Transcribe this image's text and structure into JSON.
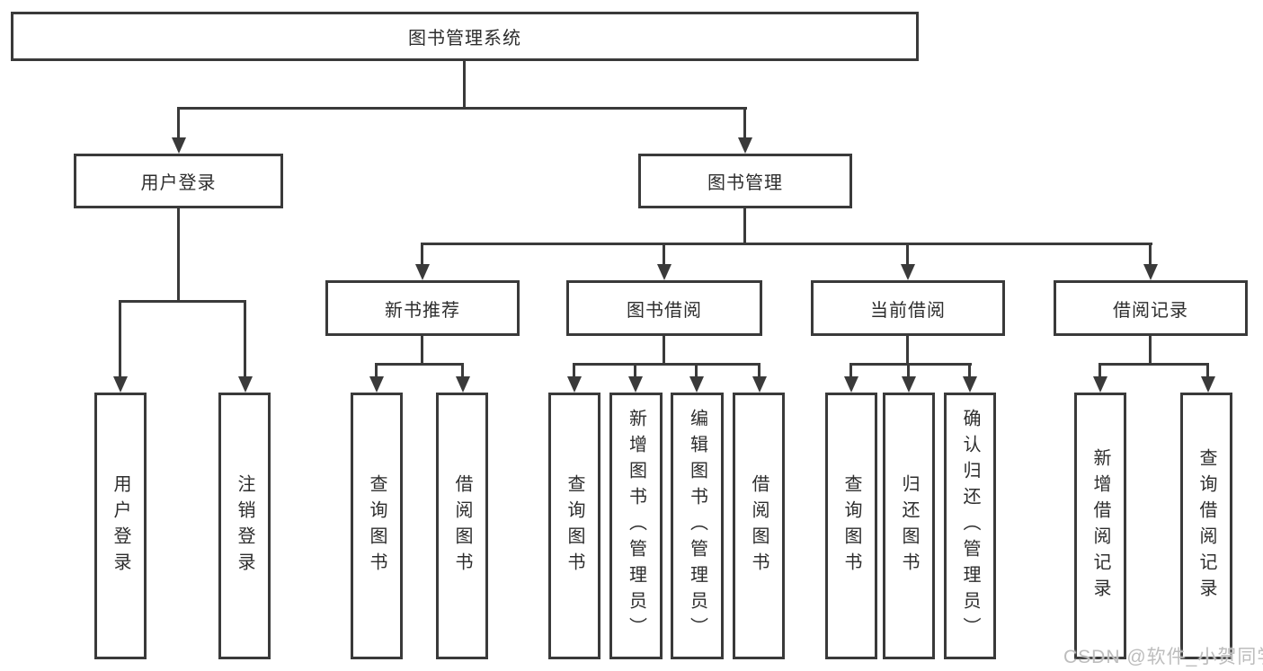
{
  "diagram": {
    "type": "tree",
    "title": "图书管理系统",
    "watermark": "CSDN @软件_小贺同学",
    "colors": {
      "line": "#3a3a3a",
      "text": "#2d2d2d",
      "background": "#ffffff",
      "watermark": "#bdbdbd"
    },
    "tree": {
      "label": "图书管理系统",
      "children": [
        {
          "label": "用户登录",
          "children": [
            {
              "label": "用户登录"
            },
            {
              "label": "注销登录"
            }
          ]
        },
        {
          "label": "图书管理",
          "children": [
            {
              "label": "新书推荐",
              "children": [
                {
                  "label": "查询图书"
                },
                {
                  "label": "借阅图书"
                }
              ]
            },
            {
              "label": "图书借阅",
              "children": [
                {
                  "label": "查询图书"
                },
                {
                  "label": "新增图书（管理员）"
                },
                {
                  "label": "编辑图书（管理员）"
                },
                {
                  "label": "借阅图书"
                }
              ]
            },
            {
              "label": "当前借阅",
              "children": [
                {
                  "label": "查询图书"
                },
                {
                  "label": "归还图书"
                },
                {
                  "label": "确认归还（管理员）"
                }
              ]
            },
            {
              "label": "借阅记录",
              "children": [
                {
                  "label": "新增借阅记录"
                },
                {
                  "label": "查询借阅记录"
                }
              ]
            }
          ]
        }
      ]
    }
  }
}
